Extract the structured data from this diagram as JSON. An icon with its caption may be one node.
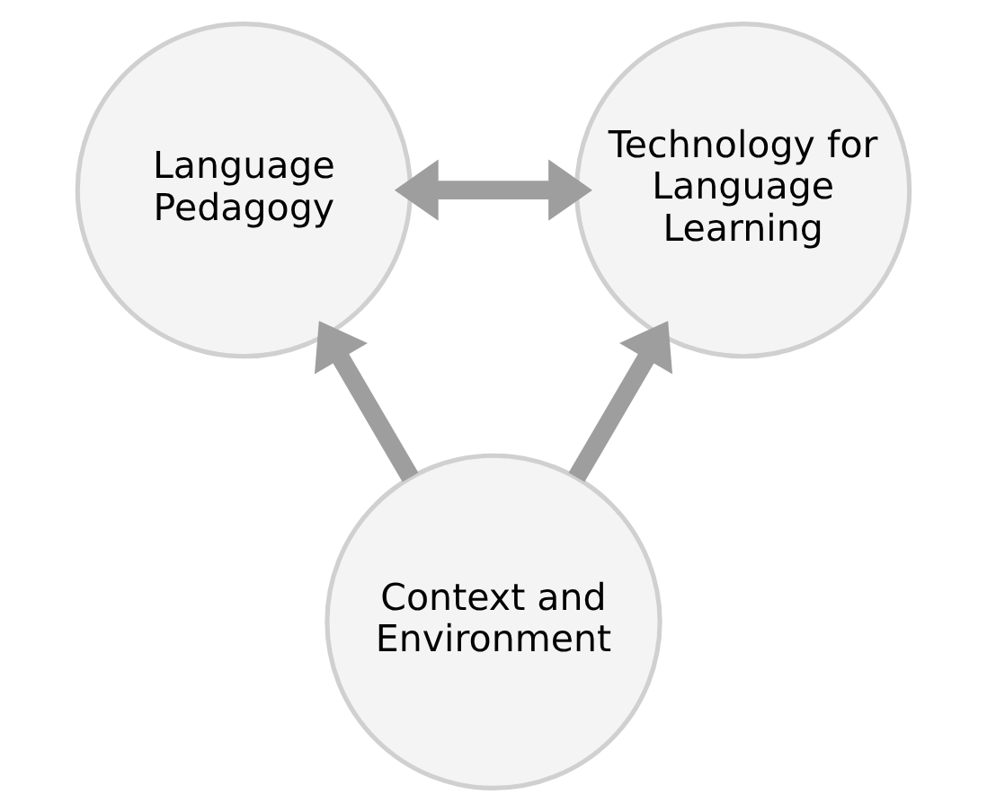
{
  "diagram": {
    "nodes": [
      {
        "text": [
          "Language Pedagogy"
        ]
      },
      {
        "text": [
          "Technology for Language Learning"
        ]
      },
      {
        "text": [
          "Context and Environment"
        ]
      }
    ],
    "edges": [
      {
        "from": 0,
        "to": 1,
        "arrow": "both"
      },
      {
        "from": 2,
        "to": 0,
        "arrow": "to"
      },
      {
        "from": 2,
        "to": 1,
        "arrow": "to"
      }
    ]
  }
}
